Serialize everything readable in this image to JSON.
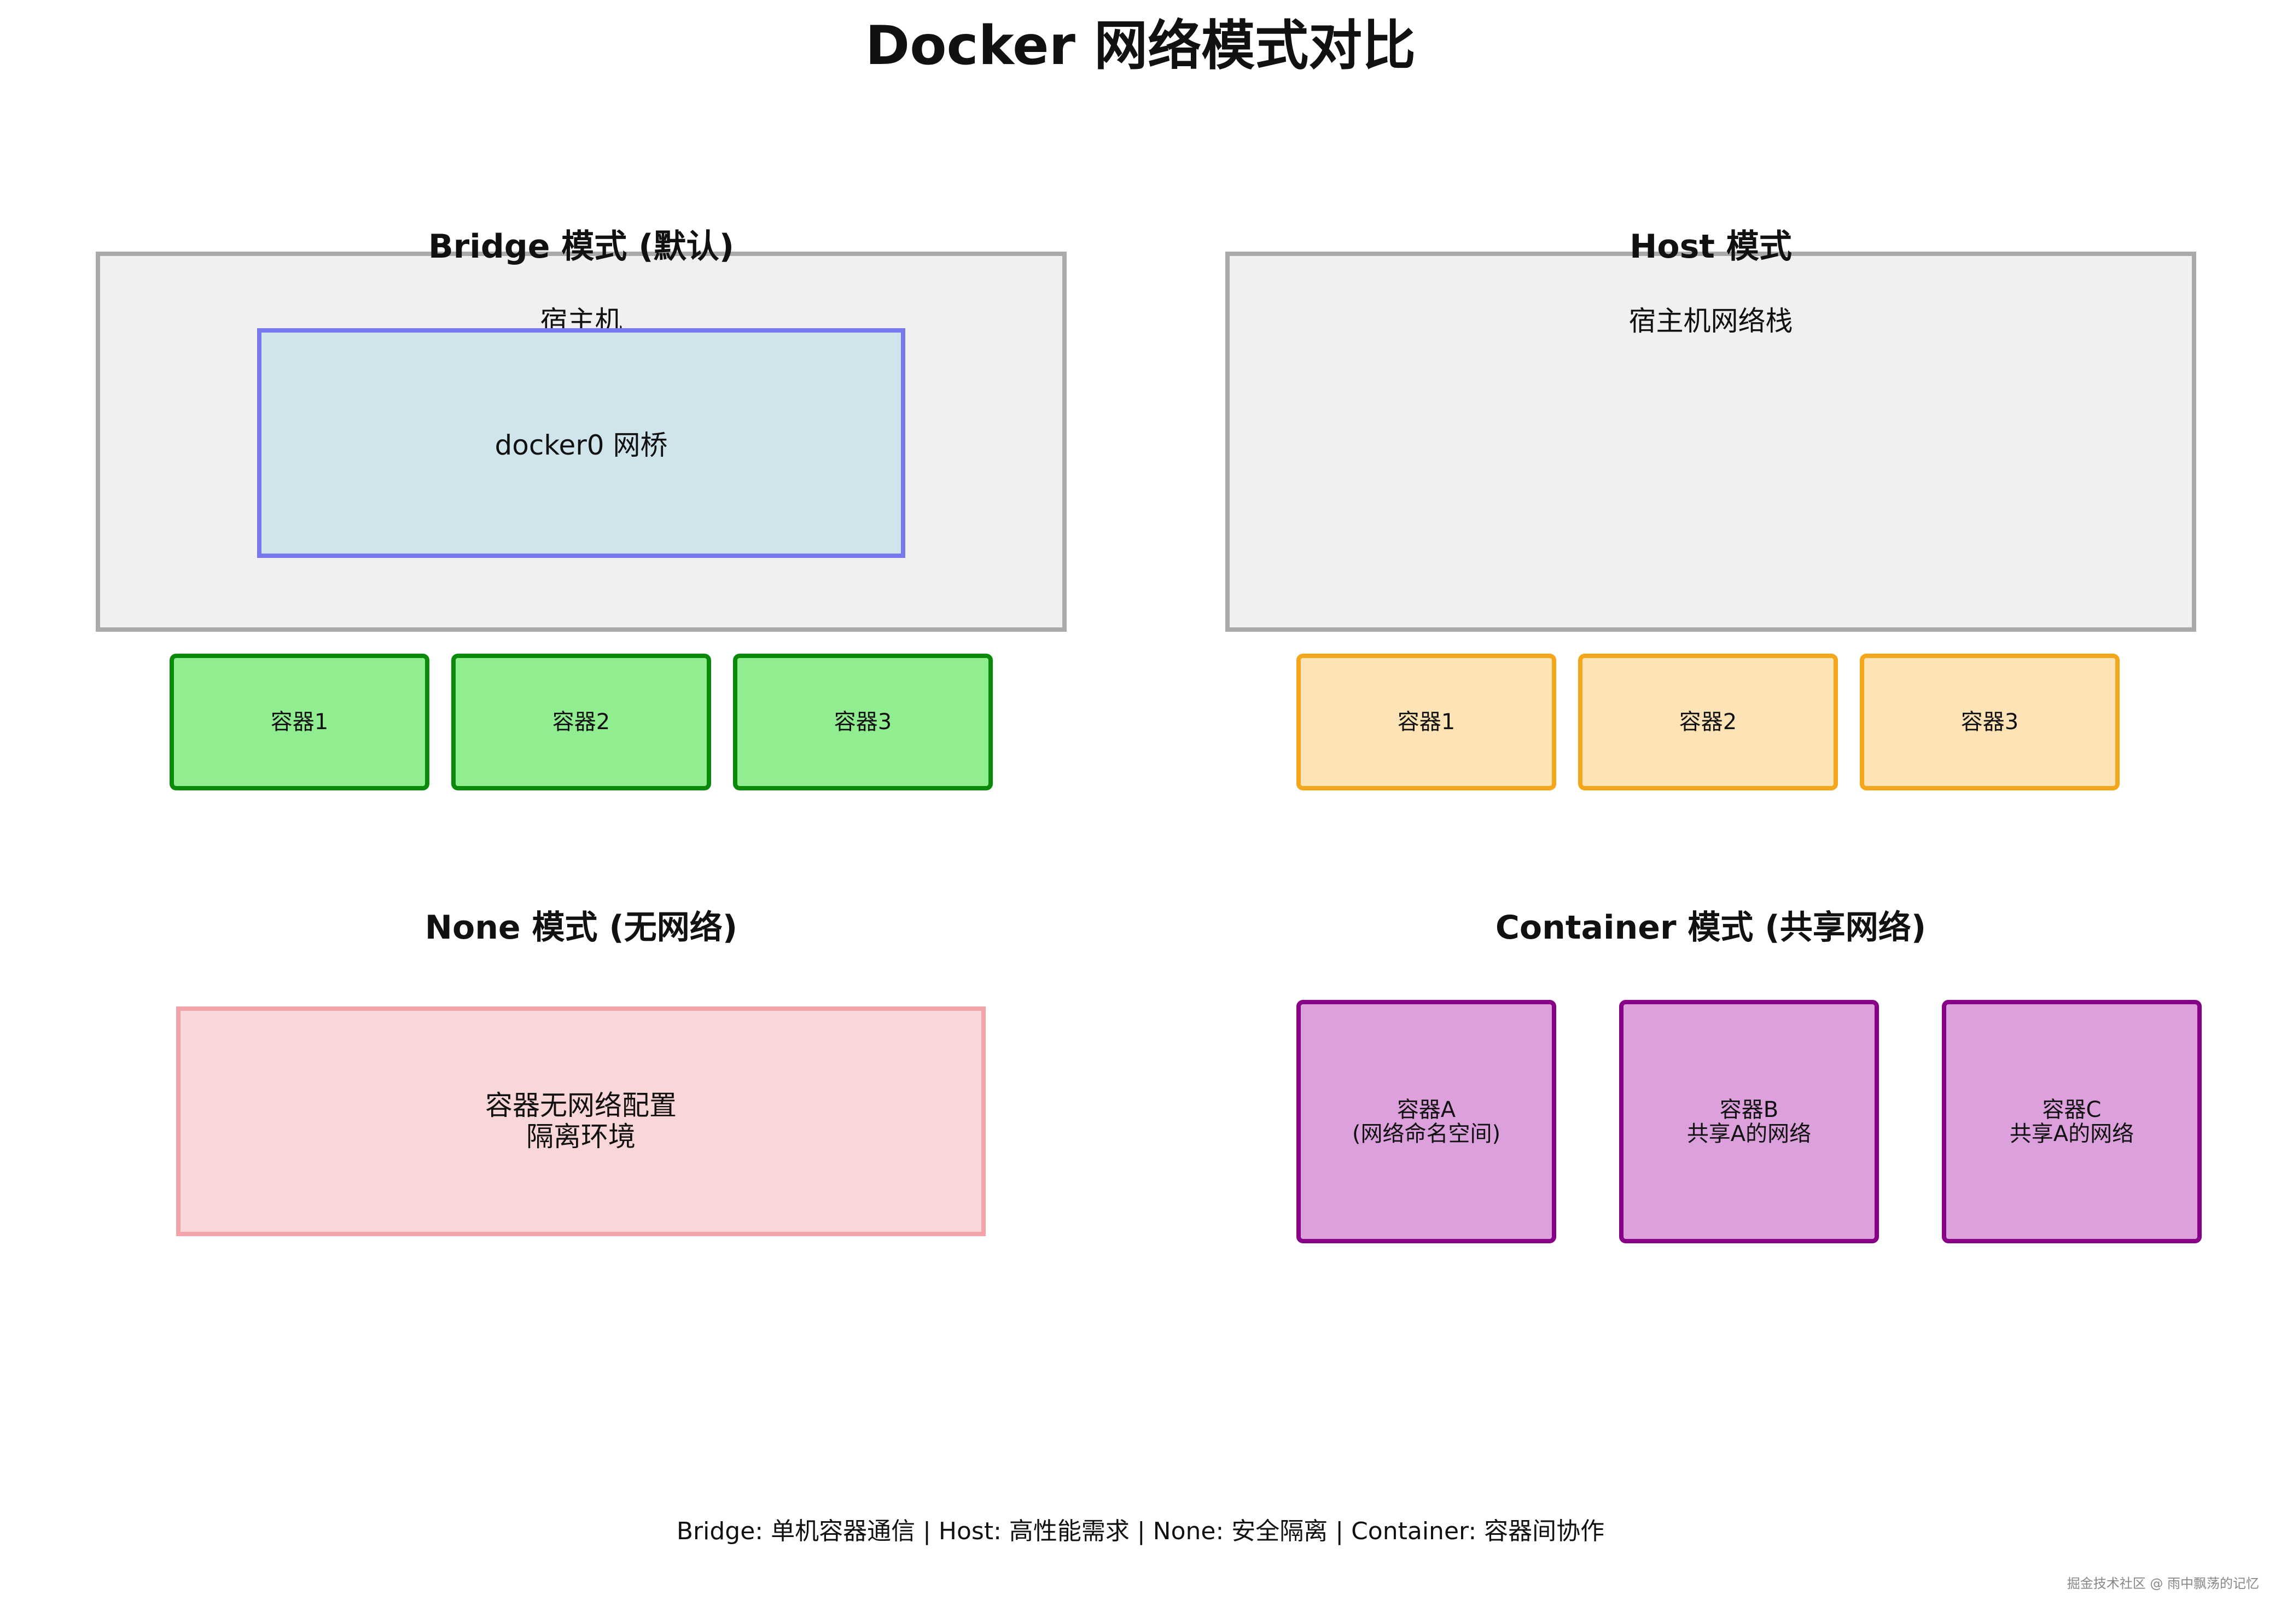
{
  "title": "Docker 网络模式对比",
  "bridge": {
    "title": "Bridge 模式 (默认)",
    "host_label": "宿主机",
    "bridge_label": "docker0 网桥",
    "containers": [
      "容器1",
      "容器2",
      "容器3"
    ],
    "color_fill": "#90ee90",
    "color_border": "#0a8a0a"
  },
  "host": {
    "title": "Host 模式",
    "stack_label": "宿主机网络栈",
    "containers": [
      "容器1",
      "容器2",
      "容器3"
    ],
    "color_fill": "#fde3b5",
    "color_border": "#f5a71c"
  },
  "none": {
    "title": "None 模式 (无网络)",
    "lines": [
      "容器无网络配置",
      "隔离环境"
    ],
    "color_fill": "#f9d6d7",
    "color_border": "#f3a3aa"
  },
  "container_mode": {
    "title": "Container 模式 (共享网络)",
    "containers": [
      {
        "name": "容器A",
        "desc": "(网络命名空间)"
      },
      {
        "name": "容器B",
        "desc": "共享A的网络"
      },
      {
        "name": "容器C",
        "desc": "共享A的网络"
      }
    ],
    "color_fill": "#dca0dc",
    "color_border": "#880088"
  },
  "footer": "Bridge: 单机容器通信 | Host: 高性能需求 | None: 安全隔离 | Container: 容器间协作",
  "watermark": "掘金技术社区 @ 雨中飘荡的记忆"
}
